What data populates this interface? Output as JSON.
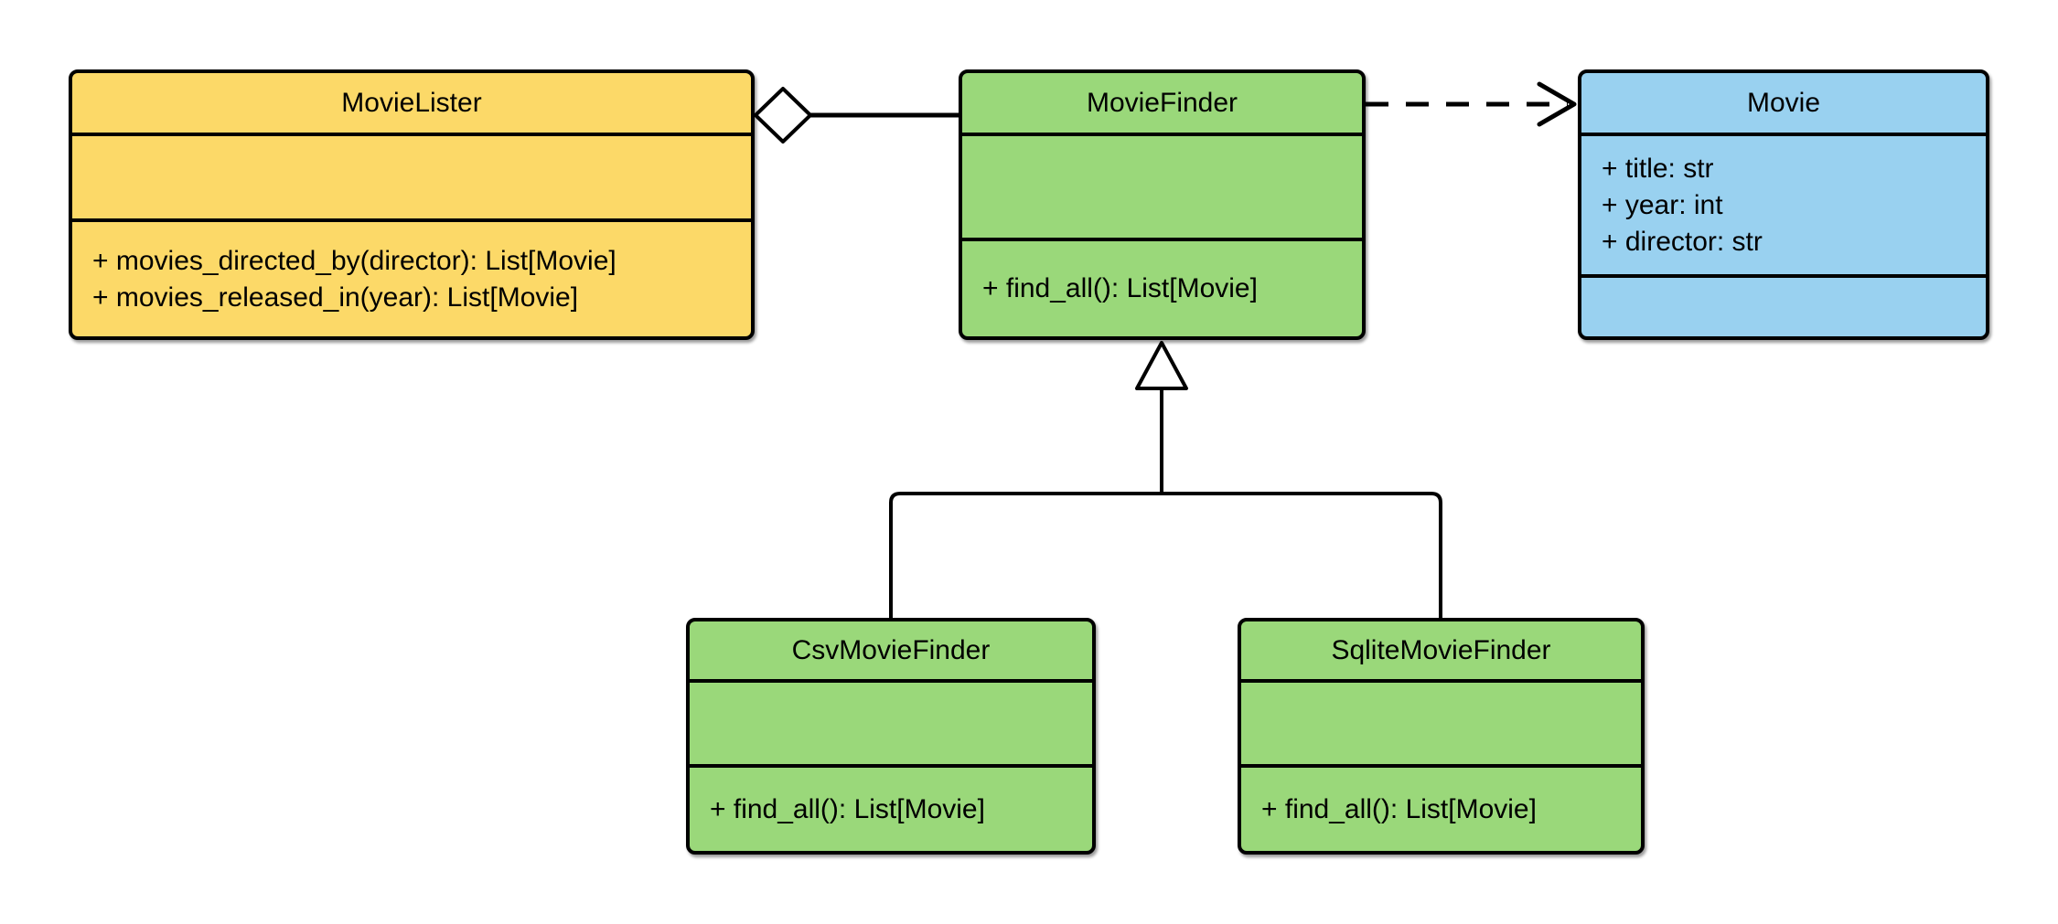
{
  "diagram": {
    "type": "uml-class-diagram",
    "classes": [
      {
        "name": "MovieLister",
        "fill": "#FCD968",
        "attributes": [],
        "methods": [
          "+ movies_directed_by(director): List[Movie]",
          "+ movies_released_in(year): List[Movie]"
        ]
      },
      {
        "name": "MovieFinder",
        "fill": "#9AD87A",
        "attributes": [],
        "methods": [
          "+ find_all(): List[Movie]"
        ]
      },
      {
        "name": "Movie",
        "fill": "#99D1F0",
        "attributes": [
          "+ title: str",
          "+ year: int",
          "+ director: str"
        ],
        "methods": []
      },
      {
        "name": "CsvMovieFinder",
        "fill": "#9AD87A",
        "attributes": [],
        "methods": [
          "+ find_all(): List[Movie]"
        ]
      },
      {
        "name": "SqliteMovieFinder",
        "fill": "#9AD87A",
        "attributes": [],
        "methods": [
          "+ find_all(): List[Movie]"
        ]
      }
    ],
    "relationships": [
      {
        "type": "aggregation",
        "from": "MovieLister",
        "to": "MovieFinder",
        "line": "solid",
        "marker": "hollow-diamond-at-source"
      },
      {
        "type": "dependency",
        "from": "MovieFinder",
        "to": "Movie",
        "line": "dashed",
        "marker": "open-arrow-at-target"
      },
      {
        "type": "generalization",
        "from": "CsvMovieFinder",
        "to": "MovieFinder",
        "line": "solid",
        "marker": "hollow-triangle-at-target"
      },
      {
        "type": "generalization",
        "from": "SqliteMovieFinder",
        "to": "MovieFinder",
        "line": "solid",
        "marker": "hollow-triangle-at-target"
      }
    ],
    "colors": {
      "stroke": "#000000",
      "class_yellow": "#FCD968",
      "class_green": "#9AD87A",
      "class_blue": "#99D1F0",
      "marker_fill": "#FFFFFF",
      "background": "#FFFFFF"
    }
  }
}
